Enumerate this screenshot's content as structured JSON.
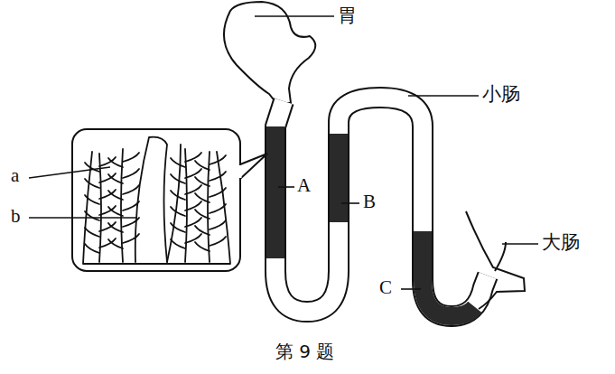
{
  "diagram": {
    "caption": "第 9 题",
    "labels": [
      "胃",
      "小肠",
      "大肠",
      "a",
      "b",
      "A",
      "B",
      "C"
    ]
  }
}
